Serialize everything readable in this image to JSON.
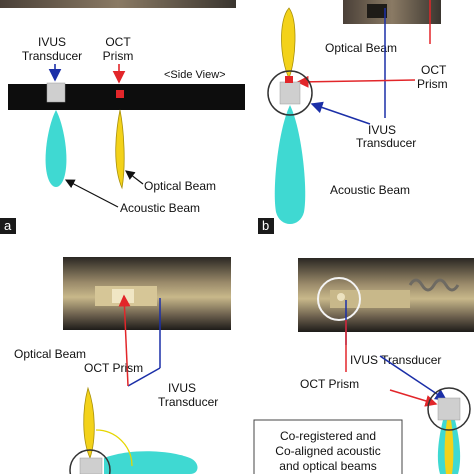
{
  "panel_a": {
    "tag": "a",
    "ivus_label_1": "IVUS",
    "ivus_label_2": "Transducer",
    "oct_label_1": "OCT",
    "oct_label_2": "Prism",
    "side_view": "<Side View>",
    "optical_beam": "Optical Beam",
    "acoustic_beam": "Acoustic Beam"
  },
  "panel_b": {
    "tag": "b",
    "optical_beam": "Optical Beam",
    "oct_label_1": "OCT",
    "oct_label_2": "Prism",
    "ivus_label_1": "IVUS",
    "ivus_label_2": "Transducer",
    "acoustic_beam": "Acoustic Beam"
  },
  "panel_c": {
    "optical_beam": "Optical Beam",
    "oct_prism": "OCT Prism",
    "ivus_label_1": "IVUS",
    "ivus_label_2": "Transducer"
  },
  "panel_d": {
    "ivus_transducer": "IVUS Transducer",
    "oct_prism": "OCT Prism",
    "caption_1": "Co-registered and",
    "caption_2": "Co-aligned acoustic",
    "caption_3": "and optical beams"
  },
  "colors": {
    "acoustic": "#3fd9d2",
    "optical": "#f3d21a",
    "ivus_arrow": "#1b2fa8",
    "oct_arrow": "#e2262a",
    "circle_yellow": "#e6d600"
  }
}
